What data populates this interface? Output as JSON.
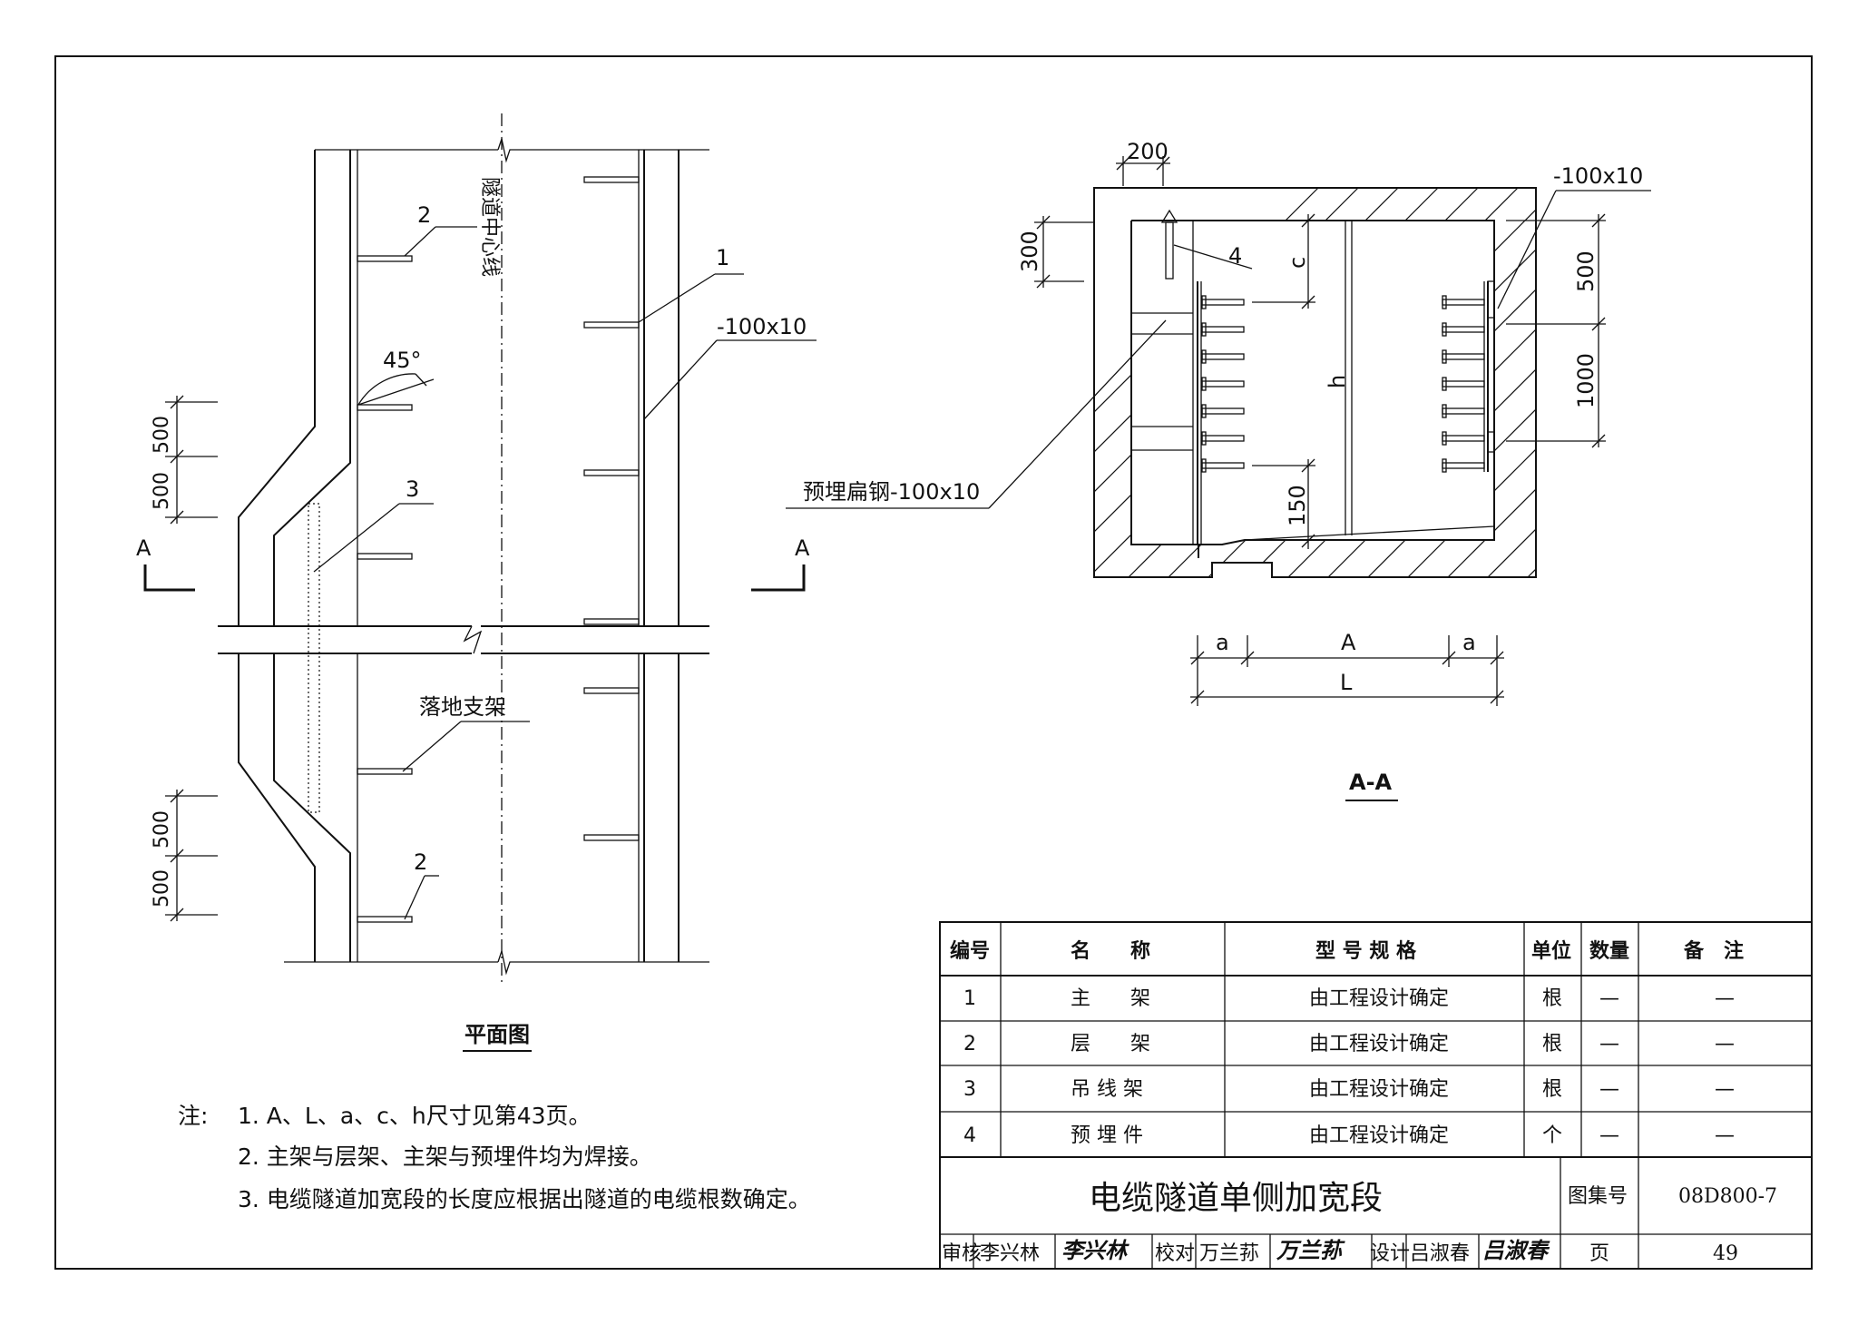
{
  "plan": {
    "centerline_label": "隧道中心线",
    "callout_1": "1",
    "callout_2_top": "2",
    "callout_2_bottom": "2",
    "callout_3": "3",
    "flat_steel": "-100x10",
    "angle": "45°",
    "dim_500_a": "500",
    "dim_500_b": "500",
    "dim_500_c": "500",
    "dim_500_d": "500",
    "section_mark_left": "A",
    "section_mark_right": "A",
    "ground_bracket": "落地支架",
    "title": "平面图"
  },
  "section": {
    "dim_200": "200",
    "dim_300": "300",
    "flat_steel": "-100x10",
    "dim_500": "500",
    "dim_1000": "1000",
    "dim_c": "c",
    "dim_h": "h",
    "dim_150": "150",
    "callout_4": "4",
    "embedded_steel": "预埋扁钢-100x10",
    "dim_a_left": "a",
    "dim_A": "A",
    "dim_a_right": "a",
    "dim_L": "L",
    "title": "A-A"
  },
  "notes": {
    "prefix": "注:",
    "items": [
      "1. A、L、a、c、h尺寸见第43页。",
      "2. 主架与层架、主架与预埋件均为焊接。",
      "3. 电缆隧道加宽段的长度应根据出隧道的电缆根数确定。"
    ]
  },
  "bom": {
    "headers": [
      "编号",
      "名　　称",
      "型 号 规 格",
      "单位",
      "数量",
      "备　注"
    ],
    "rows": [
      [
        "1",
        "主　　架",
        "由工程设计确定",
        "根",
        "—",
        "—"
      ],
      [
        "2",
        "层　　架",
        "由工程设计确定",
        "根",
        "—",
        "—"
      ],
      [
        "3",
        "吊 线 架",
        "由工程设计确定",
        "根",
        "—",
        "—"
      ],
      [
        "4",
        "预 埋 件",
        "由工程设计确定",
        "个",
        "—",
        "—"
      ]
    ]
  },
  "title_block": {
    "drawing_title": "电缆隧道单侧加宽段",
    "atlas_label": "图集号",
    "atlas_no": "08D800-7",
    "review_label": "审核",
    "reviewer": "李兴林",
    "reviewer_sig": "李兴林",
    "check_label": "校对",
    "checker": "万兰荪",
    "checker_sig": "万兰荪",
    "design_label": "设计",
    "designer": "吕淑春",
    "designer_sig": "吕淑春",
    "page_label": "页",
    "page_no": "49"
  }
}
